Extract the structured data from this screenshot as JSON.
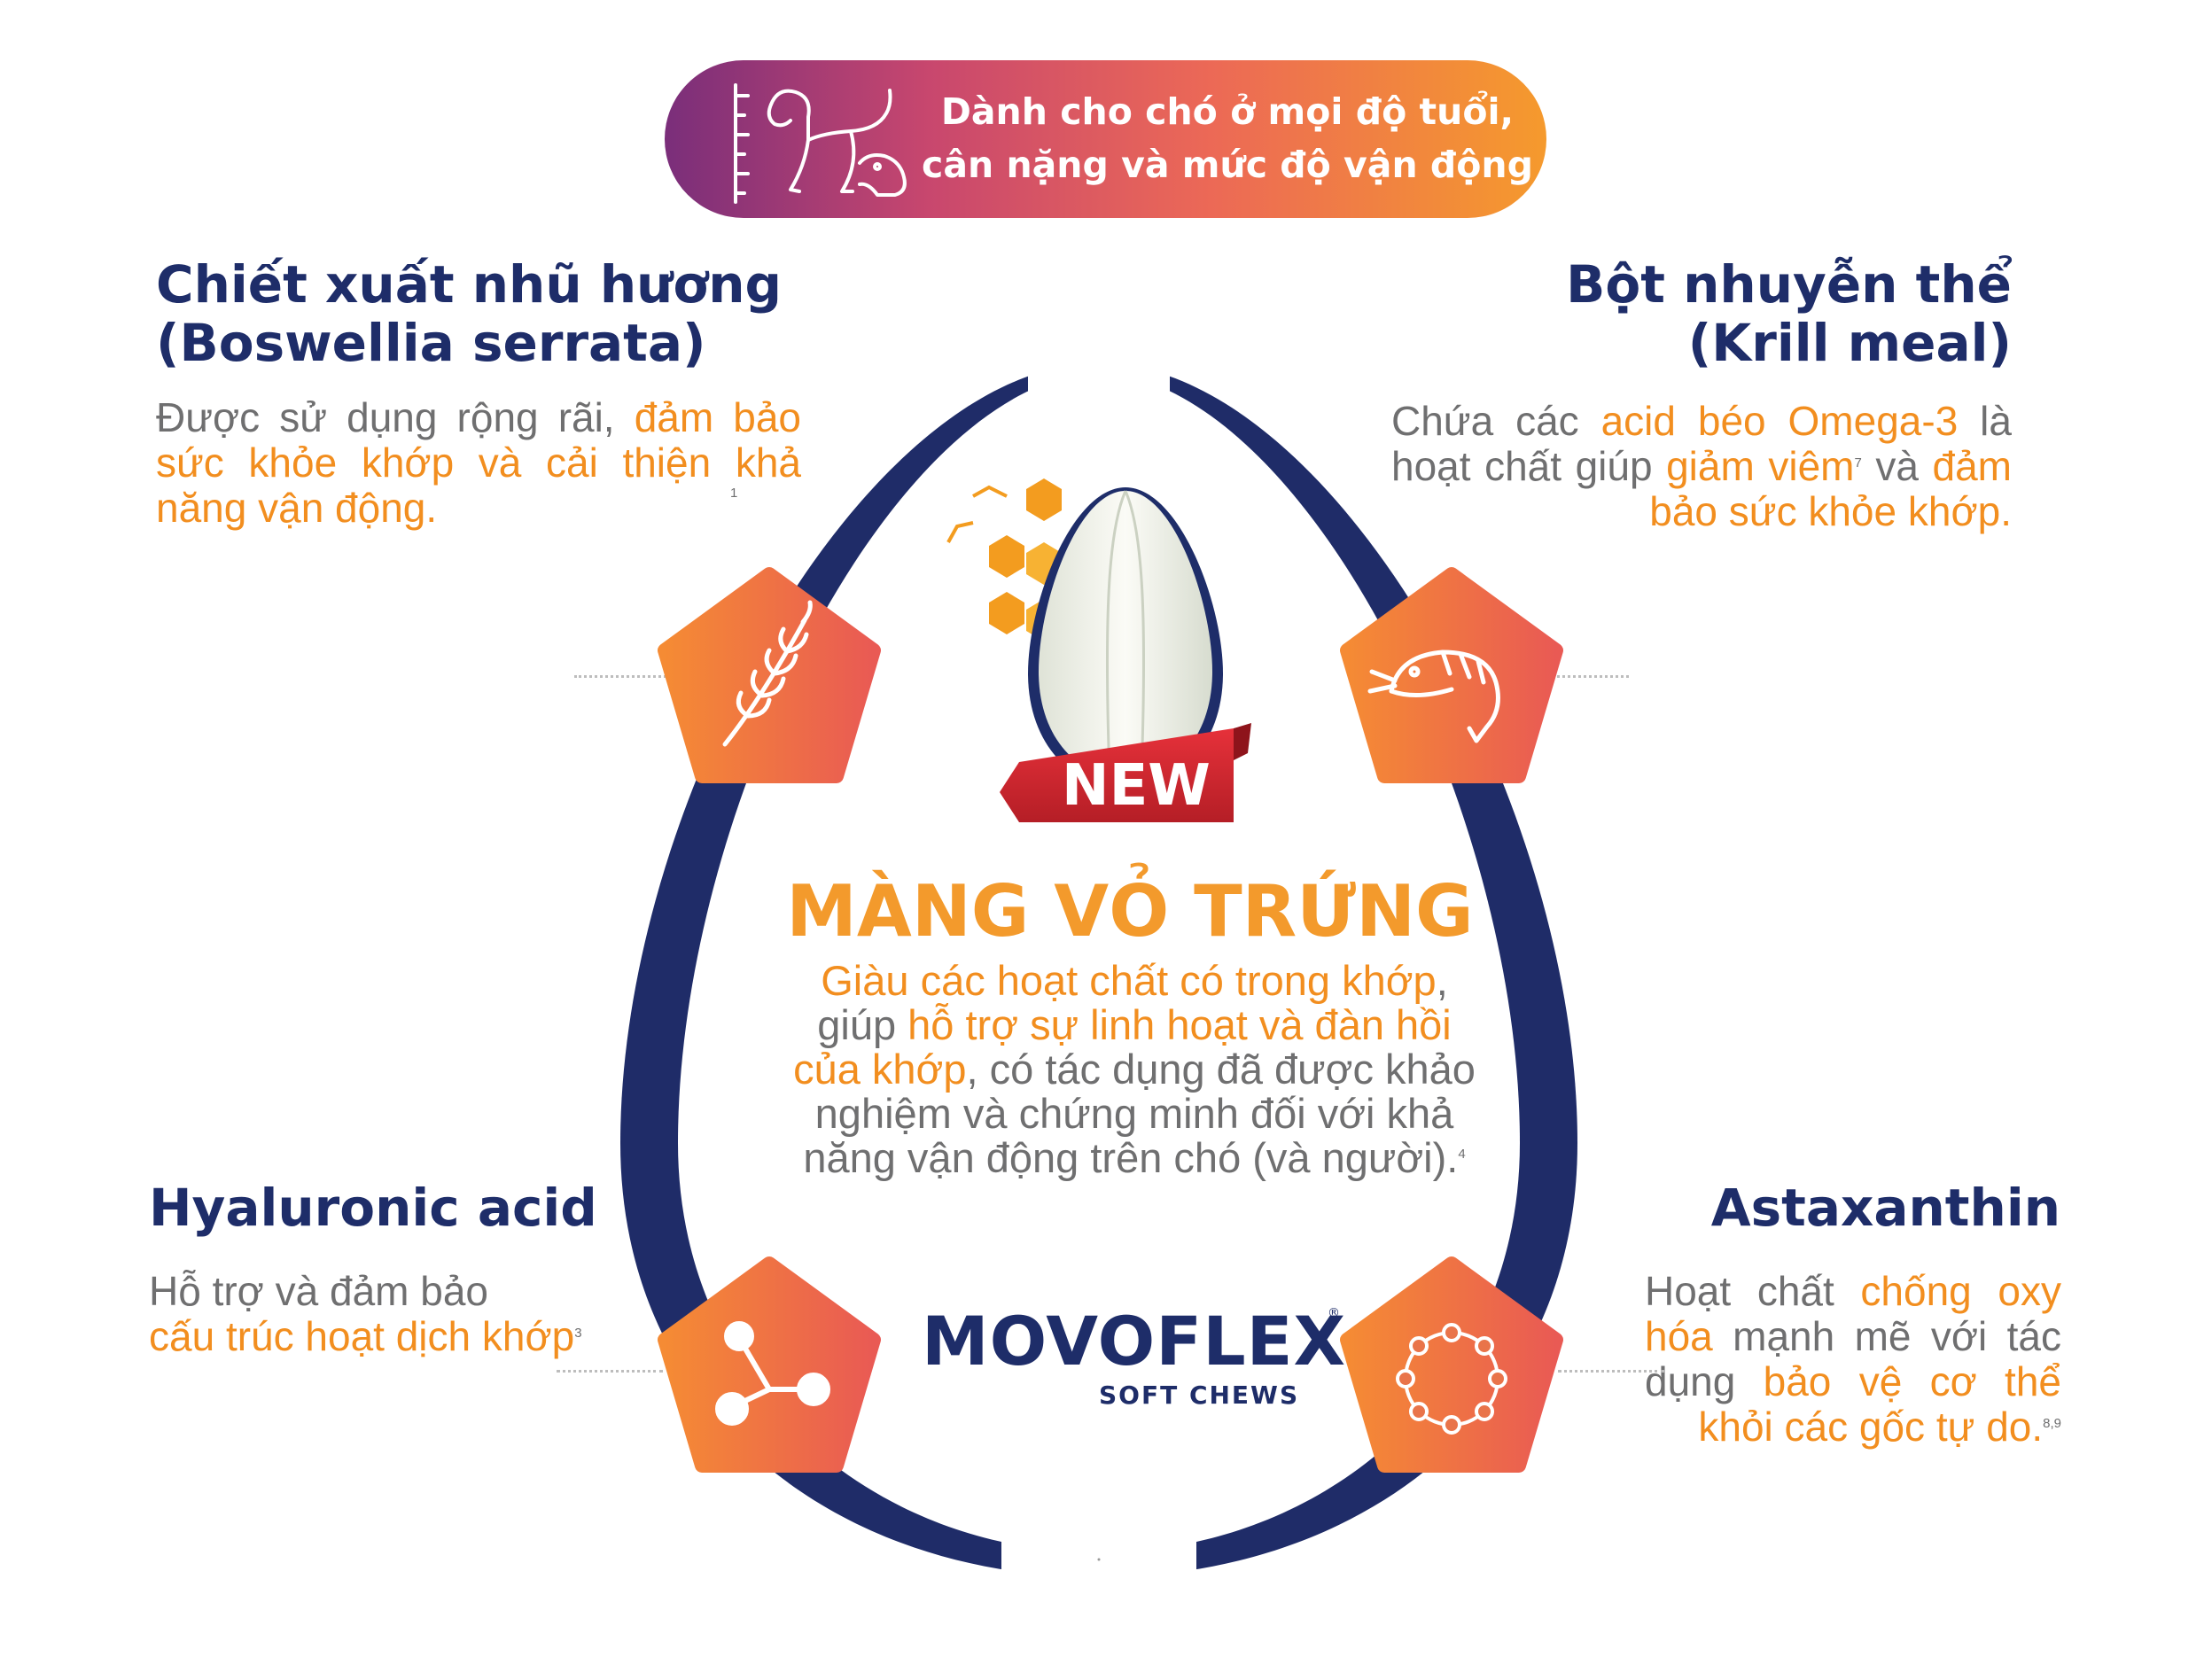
{
  "banner": {
    "line1": "Dành cho chó ở mọi độ tuổi,",
    "line2": "cân nặng và mức độ vận động",
    "icon": "dogs-height-icon"
  },
  "boswellia": {
    "title_line1": "Chiết xuất nhũ hương",
    "title_line2": "(Boswellia serrata)",
    "desc_a": "Được sử dụng rộng rãi, ",
    "desc_b": "đảm bảo sức khỏe khớp và cải thiện khả năng vận động.",
    "ref": "1",
    "icon": "wheat-icon"
  },
  "krill": {
    "title_line1": "Bột nhuyễn thể",
    "title_line2": "(Krill meal)",
    "desc_a": "Chứa các ",
    "desc_b": "acid béo Omega-3",
    "desc_c": " là hoạt chất giúp ",
    "desc_d": "giảm viêm",
    "ref": "7",
    "desc_e": " và ",
    "desc_f": "đảm bảo sức khỏe khớp.",
    "icon": "shrimp-icon"
  },
  "hyaluronic": {
    "title": "Hyaluronic acid",
    "desc_a": "Hỗ trợ và đảm bảo",
    "desc_b": "cấu trúc hoạt dịch khớp",
    "ref": "3",
    "icon": "molecule-icon"
  },
  "astaxanthin": {
    "title": "Astaxanthin",
    "desc_a": "Hoạt chất ",
    "desc_b": "chống oxy hóa",
    "desc_c": " mạnh mẽ với tác dụng ",
    "desc_d": "bảo vệ cơ thể khỏi các gốc tự do.",
    "ref": "8,9",
    "icon": "ring-molecule-icon"
  },
  "center": {
    "badge": "NEW",
    "title": "MÀNG VỎ TRỨNG",
    "desc_a": "Giàu các hoạt chất có trong khớp",
    "desc_b": ", giúp ",
    "desc_c": "hỗ trợ sự linh hoạt và đàn hồi của khớp",
    "desc_d": ", có tác dụng đã được khảo nghiệm và chứng minh đối với khả năng vận động trên chó (và người).",
    "ref": "4",
    "icon": "egg-icon"
  },
  "logo": {
    "brand": "MOVOFLEX",
    "sub": "SOFT CHEWS",
    "reg": "®"
  },
  "colors": {
    "navy": "#1e2d69",
    "orange": "#f28e1f",
    "gray": "#6f6f70",
    "red": "#d7262f"
  }
}
